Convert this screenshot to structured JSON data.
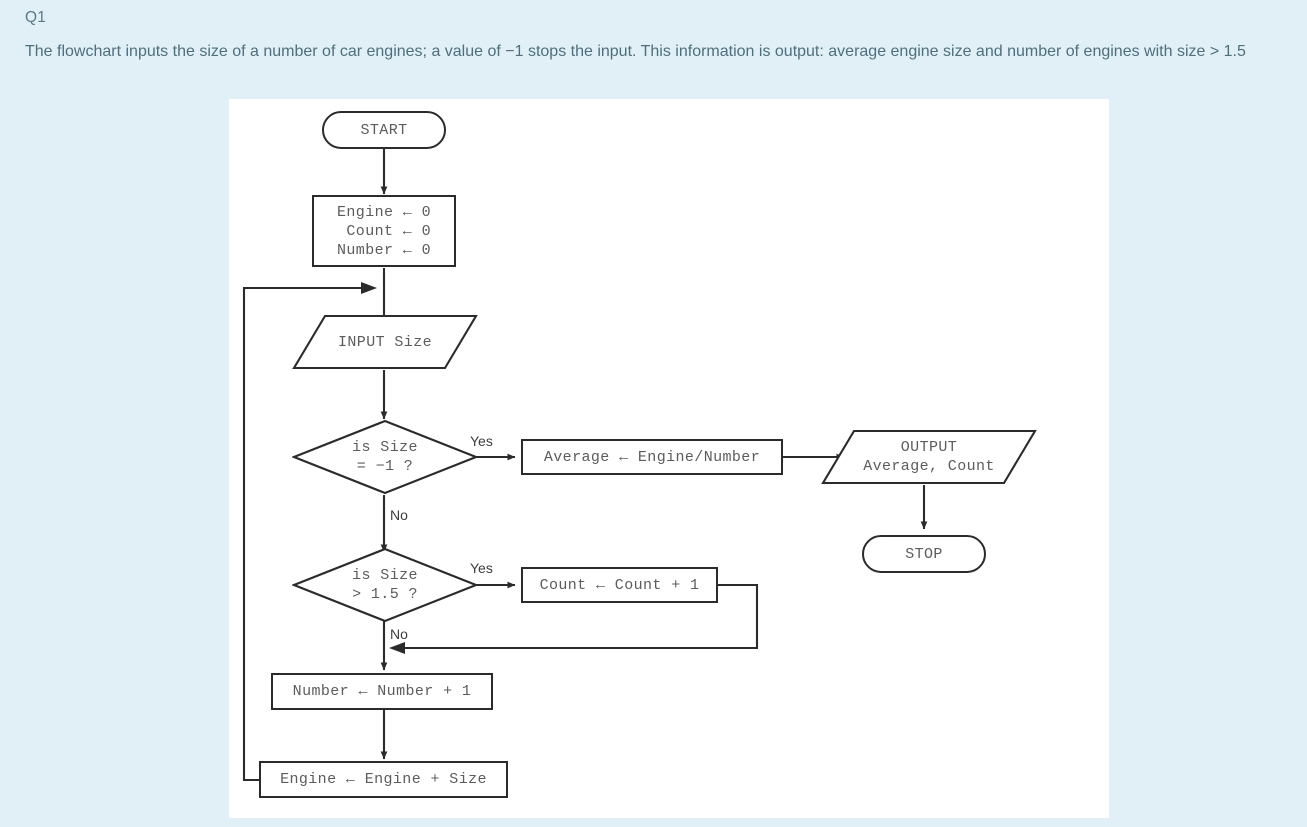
{
  "page": {
    "background_color": "#e0f0f6",
    "panel_background": "#ffffff"
  },
  "question": {
    "label": "Q1",
    "text": "The flowchart inputs the size of a number of car engines; a value of −1 stops the input. This information is output: average engine size and number of engines with size > 1.5",
    "label_color": "#5a7a88",
    "text_color": "#4f6f7d"
  },
  "flowchart": {
    "stroke_color": "#2b2b2b",
    "text_color": "#5c5c5c",
    "nodes": {
      "start": {
        "type": "terminal",
        "text": "START"
      },
      "init": {
        "type": "process",
        "line1": "Engine ← 0",
        "line2": " Count ← 0",
        "line3": "Number ← 0"
      },
      "input_size": {
        "type": "input-output",
        "text": "INPUT Size"
      },
      "decision_stop": {
        "type": "decision",
        "line1": "is Size",
        "line2": "= −1 ?"
      },
      "average": {
        "type": "process",
        "text": "Average ← Engine/Number"
      },
      "output": {
        "type": "input-output",
        "line1": "OUTPUT",
        "line2": "Average, Count"
      },
      "stop": {
        "type": "terminal",
        "text": "STOP"
      },
      "decision_size": {
        "type": "decision",
        "line1": "is Size",
        "line2": "> 1.5 ?"
      },
      "count_inc": {
        "type": "process",
        "text": "Count ← Count + 1"
      },
      "number_inc": {
        "type": "process",
        "text": "Number ← Number + 1"
      },
      "engine_sum": {
        "type": "process",
        "text": "Engine ← Engine + Size"
      }
    },
    "edge_labels": {
      "stop_yes": "Yes",
      "stop_no": "No",
      "size_yes": "Yes",
      "size_no": "No"
    }
  }
}
